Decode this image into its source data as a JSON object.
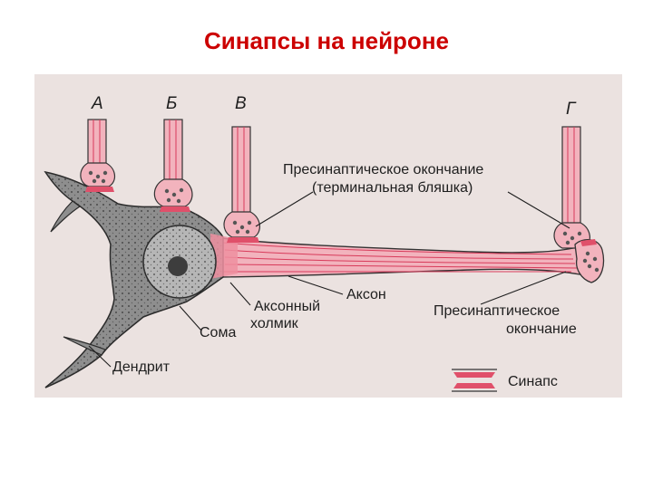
{
  "title": "Синапсы на нейроне",
  "colors": {
    "title": "#cc0000",
    "background": "#ebe2e0",
    "pink": "#e0506a",
    "soma_gray": "#8e8e8e"
  },
  "figure": {
    "terminal_letters": [
      "А",
      "Б",
      "В",
      "Г"
    ],
    "labels": {
      "presynaptic_plaque_line1": "Пресинаптическое окончание",
      "presynaptic_plaque_line2": "(терминальная бляшка)",
      "axon": "Аксон",
      "axon_hillock_line1": "Аксонный",
      "axon_hillock_line2": "холмик",
      "presynaptic_end_line1": "Пресинаптическое",
      "presynaptic_end_line2": "окончание",
      "soma": "Сома",
      "dendrite": "Дендрит",
      "synapse_legend": "Синапс"
    }
  }
}
